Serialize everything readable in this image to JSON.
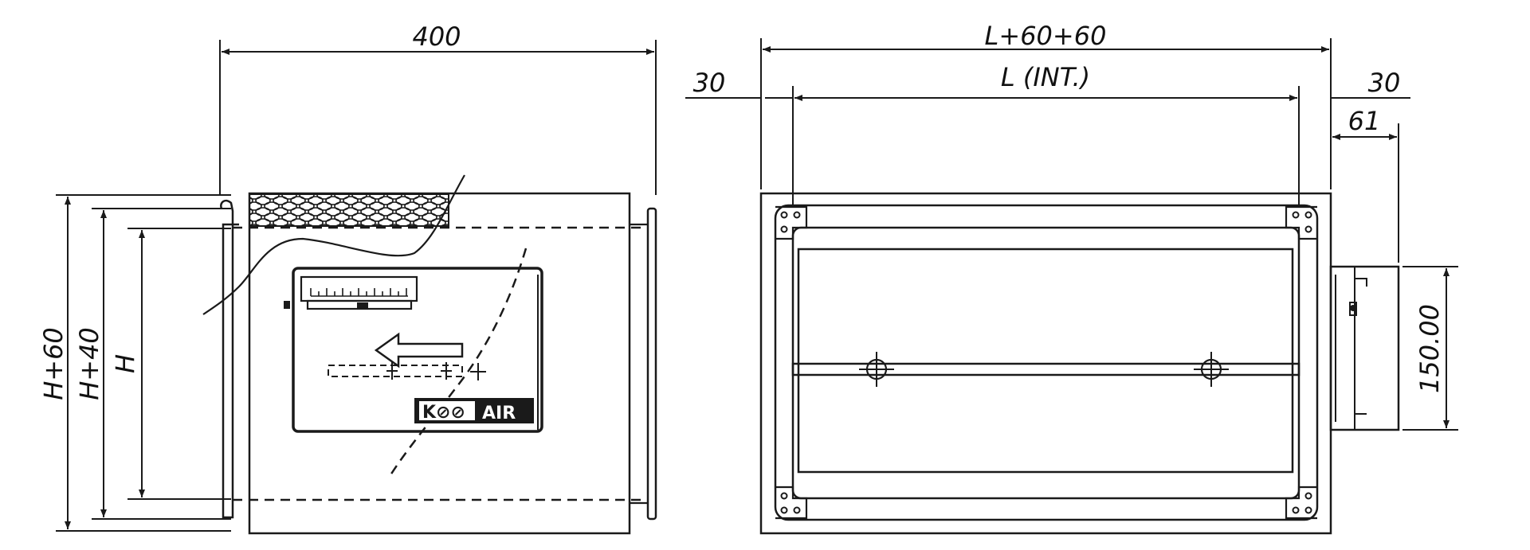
{
  "side_view": {
    "dimensions": {
      "length": "400",
      "height_total": "H+60",
      "height_flange": "H+40",
      "height": "H"
    },
    "logo_text": "KOOLAIR"
  },
  "front_view": {
    "dimensions": {
      "overall_length": "L+60+60",
      "internal_length": "L (INT.)",
      "left_offset": "30",
      "right_offset": "30",
      "actuator_offset": "61",
      "actuator_height": "150.00"
    }
  },
  "colors": {
    "line": "#1a1a1a",
    "background": "#ffffff"
  }
}
